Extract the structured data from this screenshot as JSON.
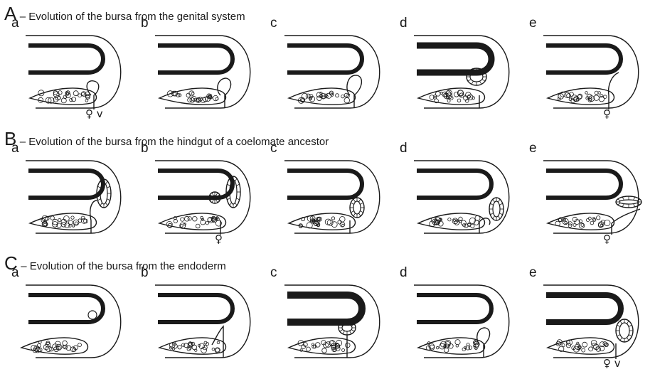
{
  "rows": [
    {
      "letter": "A",
      "caption": "– Evolution of the bursa from the genital system",
      "panels": [
        {
          "label": "a",
          "pore": "♀ v"
        },
        {
          "label": "b",
          "pore": ""
        },
        {
          "label": "c",
          "pore": ""
        },
        {
          "label": "d",
          "pore": ""
        },
        {
          "label": "e",
          "pore": "♀"
        }
      ]
    },
    {
      "letter": "B",
      "caption": "– Evolution of the bursa from the hindgut of a coelomate ancestor",
      "panels": [
        {
          "label": "a",
          "pore": ""
        },
        {
          "label": "b",
          "pore": "♀"
        },
        {
          "label": "c",
          "pore": ""
        },
        {
          "label": "d",
          "pore": ""
        },
        {
          "label": "e",
          "pore": "♀"
        }
      ]
    },
    {
      "letter": "C",
      "caption": "– Evolution of the bursa from the endoderm",
      "panels": [
        {
          "label": "a",
          "pore": ""
        },
        {
          "label": "b",
          "pore": ""
        },
        {
          "label": "c",
          "pore": ""
        },
        {
          "label": "d",
          "pore": ""
        },
        {
          "label": "e",
          "pore": "♀ v"
        }
      ]
    }
  ]
}
